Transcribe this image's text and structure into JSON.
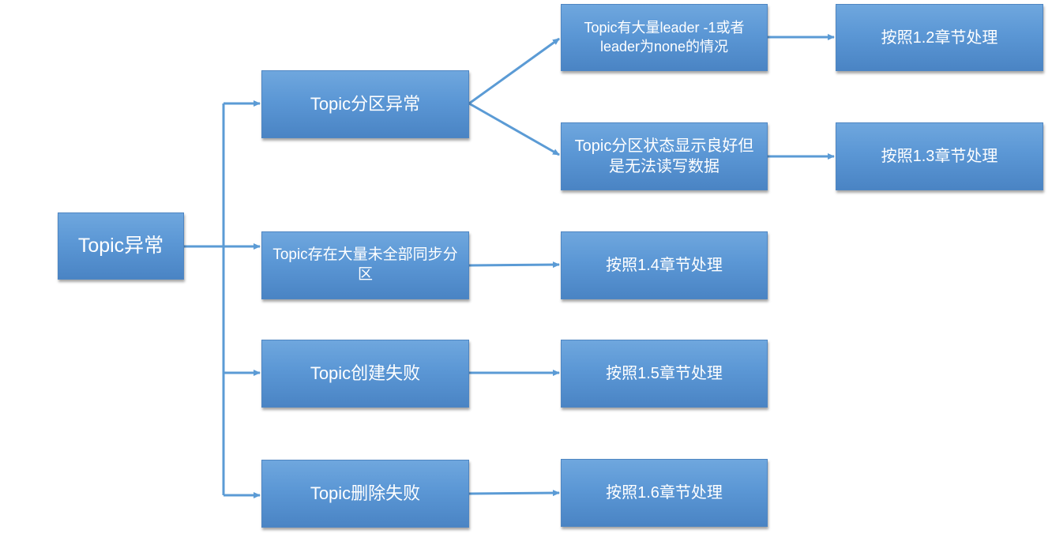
{
  "diagram": {
    "root": {
      "label": "Topic异常"
    },
    "branches": [
      {
        "label": "Topic分区异常"
      },
      {
        "label": "Topic存在大量未全部同步分区"
      },
      {
        "label": "Topic创建失败"
      },
      {
        "label": "Topic删除失败"
      }
    ],
    "sub_branches": [
      {
        "label": "Topic有大量leader -1或者leader为none的情况"
      },
      {
        "label": "Topic分区状态显示良好但是无法读写数据"
      }
    ],
    "actions": [
      {
        "label": "按照1.2章节处理"
      },
      {
        "label": "按照1.3章节处理"
      },
      {
        "label": "按照1.4章节处理"
      },
      {
        "label": "按照1.5章节处理"
      },
      {
        "label": "按照1.6章节处理"
      }
    ],
    "colors": {
      "box_fill": "#5b97d5",
      "box_border": "#4f86c2",
      "connector": "#5b9bd5",
      "text": "#ffffff"
    }
  }
}
